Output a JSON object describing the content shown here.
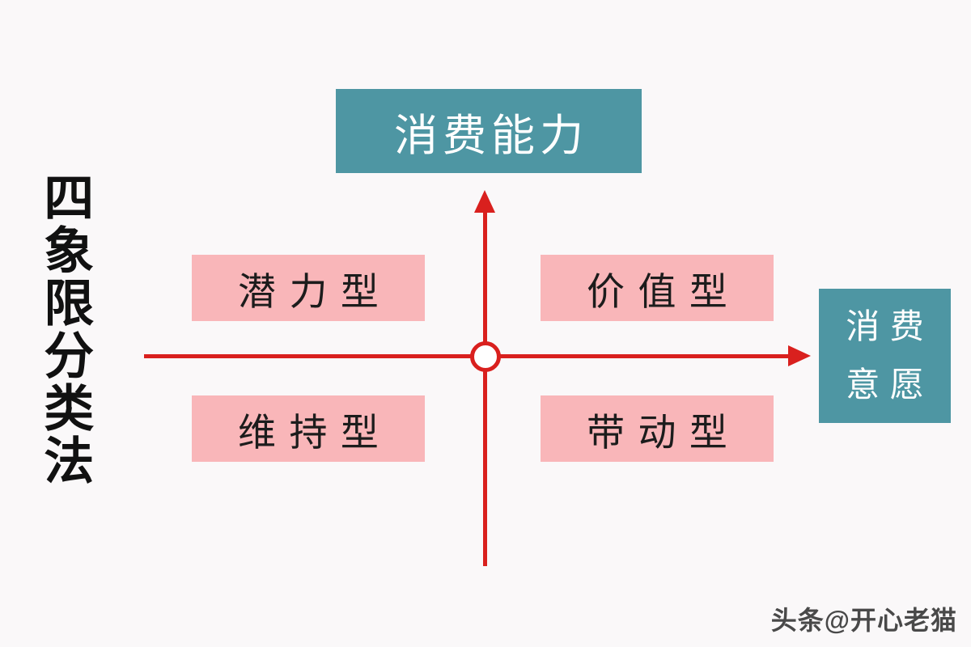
{
  "title": {
    "text": "四象限分类法"
  },
  "axes": {
    "y_axis_label": "消费能力",
    "x_axis_label_lines": [
      "消费",
      "意愿"
    ],
    "y_arrow_direction": "up",
    "x_arrow_direction": "right"
  },
  "quadrants": {
    "top_left": "潜力型",
    "top_right": "价值型",
    "bottom_left": "维持型",
    "bottom_right": "带动型"
  },
  "watermark": {
    "text": "头条@开心老猫"
  },
  "colors": {
    "teal": "#4e96a3",
    "pink": "#f9b6b9",
    "axis_red": "#d9201e",
    "background": "#faf8f9",
    "box_text_dark": "#1c1c1c"
  }
}
